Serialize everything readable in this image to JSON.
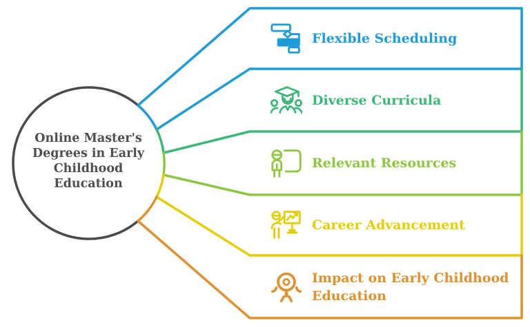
{
  "diagram": {
    "type": "radial-infographic",
    "circle_color": "#4A4A4C",
    "center_text_color": "#4E4F51"
  },
  "center": {
    "lines": [
      "Online Master's",
      "Degrees in Early",
      "Childhood",
      "Education"
    ]
  },
  "branches": [
    {
      "label": "Flexible Scheduling",
      "color": "#1E9CD7",
      "icon": "flowchart-schedule-icon"
    },
    {
      "label": "Diverse Curricula",
      "color": "#3BB878",
      "icon": "graduates-group-icon"
    },
    {
      "label": "Relevant Resources",
      "color": "#8DC63F",
      "icon": "person-presentation-board-icon"
    },
    {
      "label": "Career Advancement",
      "color": "#E5CE00",
      "icon": "presenter-growth-chart-icon"
    },
    {
      "label": "Impact on Early Childhood Education",
      "color": "#E0902F",
      "icon": "child-figure-icon"
    }
  ]
}
